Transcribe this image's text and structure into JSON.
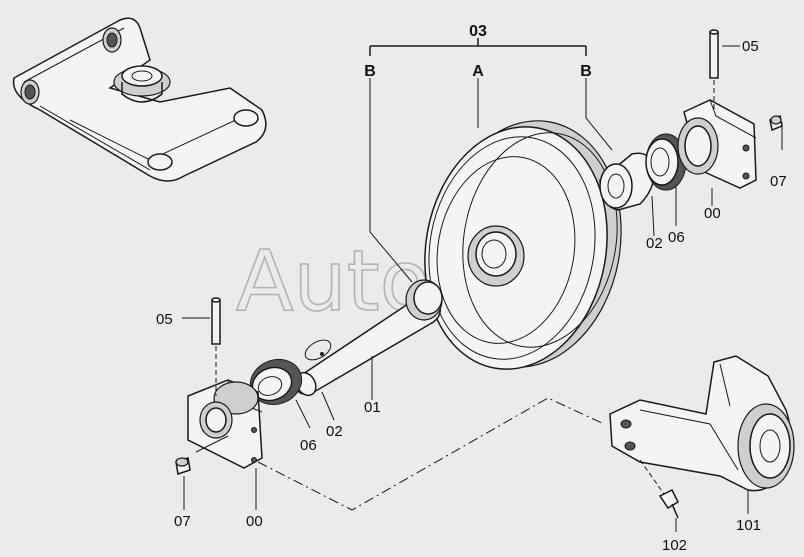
{
  "watermark": "AutoSoft",
  "labels": {
    "group_03": "03",
    "A": "A",
    "B_left": "B",
    "B_right": "B",
    "pin_05_right": "05",
    "pin_05_left": "05",
    "screw_07_right": "07",
    "screw_07_left": "07",
    "bracket_00_right": "00",
    "bracket_00_left": "00",
    "seal_06_right": "06",
    "seal_06_left": "06",
    "bushing_02_right": "02",
    "bushing_02_left": "02",
    "shaft_01": "01",
    "yoke_101": "101",
    "bolt_102": "102"
  }
}
